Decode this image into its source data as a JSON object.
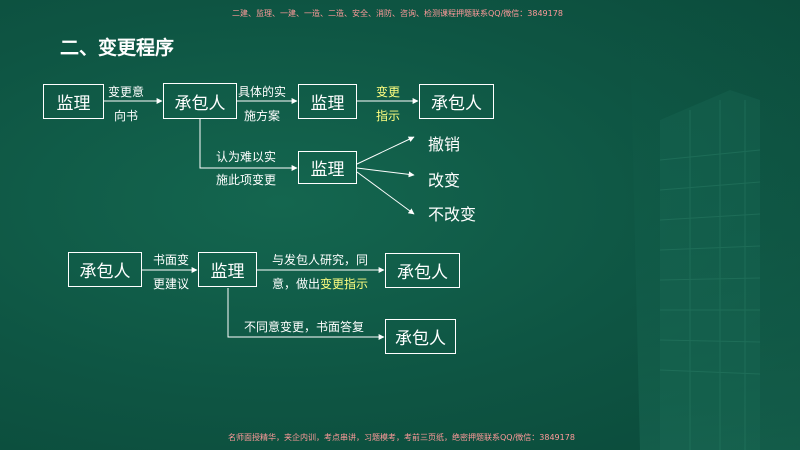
{
  "watermark_top": "二建、监理、一建、一造、二造、安全、消防、咨询、检测课程押题联系QQ/微信：3849178",
  "watermark_bottom": "名师面授精华，夹企内训，考点串讲，习题模考，考前三页纸，绝密押题联系QQ/微信：3849178",
  "title": "二、变更程序",
  "flow1": {
    "box_supervisor_1": "监理",
    "label_a_line1": "变更意",
    "label_a_line2": "向书",
    "box_contractor_1": "承包人",
    "label_b_line1": "具体的实",
    "label_b_line2": "施方案",
    "box_supervisor_2": "监理",
    "label_c_line1": "变更",
    "label_c_line2": "指示",
    "box_contractor_2": "承包人",
    "label_d_line1": "认为难以实",
    "label_d_line2": "施此项变更",
    "box_supervisor_3": "监理",
    "outcome_1": "撤销",
    "outcome_2": "改变",
    "outcome_3": "不改变"
  },
  "flow2": {
    "box_contractor_1": "承包人",
    "label_a_line1": "书面变",
    "label_a_line2": "更建议",
    "box_supervisor": "监理",
    "label_b_line1": "与发包人研究，同",
    "label_b_line2_prefix": "意，做出",
    "label_b_line2_highlight": "变更指示",
    "box_contractor_2": "承包人",
    "label_c": "不同意变更，书面答复",
    "box_contractor_3": "承包人"
  },
  "colors": {
    "background": "#0e5543",
    "highlight": "#ffff80",
    "watermark": "#ff9a9a"
  }
}
